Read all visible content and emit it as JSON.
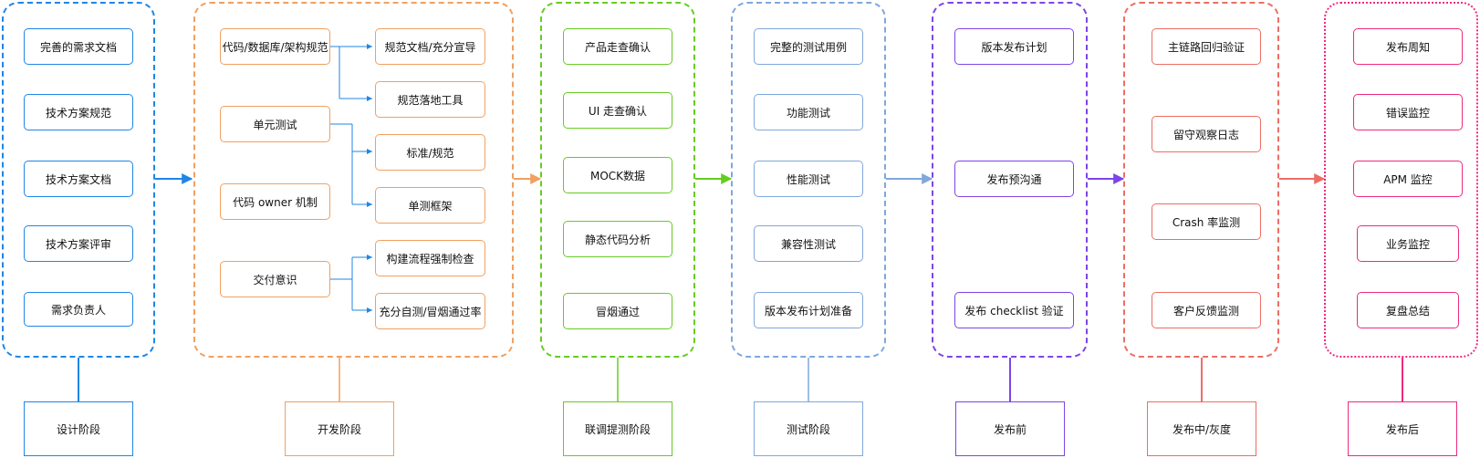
{
  "stages": [
    {
      "key": "design",
      "label": "设计阶段",
      "color": "#1f86e6",
      "items": [
        "完善的需求文档",
        "技术方案规范",
        "技术方案文档",
        "技术方案评审",
        "需求负责人"
      ]
    },
    {
      "key": "dev",
      "label": "开发阶段",
      "color": "#f0a060",
      "left_items": [
        "代码/数据库/架构规范",
        "单元测试",
        "代码 owner 机制",
        "交付意识"
      ],
      "right_items": [
        "规范文档/充分宣导",
        "规范落地工具",
        "标准/规范",
        "单测框架",
        "构建流程强制检查",
        "充分自测/冒烟通过率"
      ]
    },
    {
      "key": "integration",
      "label": "联调提测阶段",
      "color": "#66cc22",
      "items": [
        "产品走查确认",
        "UI 走查确认",
        "MOCK数据",
        "静态代码分析",
        "冒烟通过"
      ]
    },
    {
      "key": "testing",
      "label": "测试阶段",
      "color": "#7fa8dc",
      "items": [
        "完整的测试用例",
        "功能测试",
        "性能测试",
        "兼容性测试",
        "版本发布计划准备"
      ]
    },
    {
      "key": "prerelease",
      "label": "发布前",
      "color": "#7f44e6",
      "items": [
        "版本发布计划",
        "发布预沟通",
        "发布 checklist 验证"
      ]
    },
    {
      "key": "gray",
      "label": "发布中/灰度",
      "color": "#ec6e64",
      "items": [
        "主链路回归验证",
        "留守观察日志",
        "Crash 率监测",
        "客户反馈监测"
      ]
    },
    {
      "key": "postrelease",
      "label": "发布后",
      "color": "#ee2a7e",
      "items": [
        "发布周知",
        "错误监控",
        "APM 监控",
        "业务监控",
        "复盘总结"
      ]
    }
  ]
}
